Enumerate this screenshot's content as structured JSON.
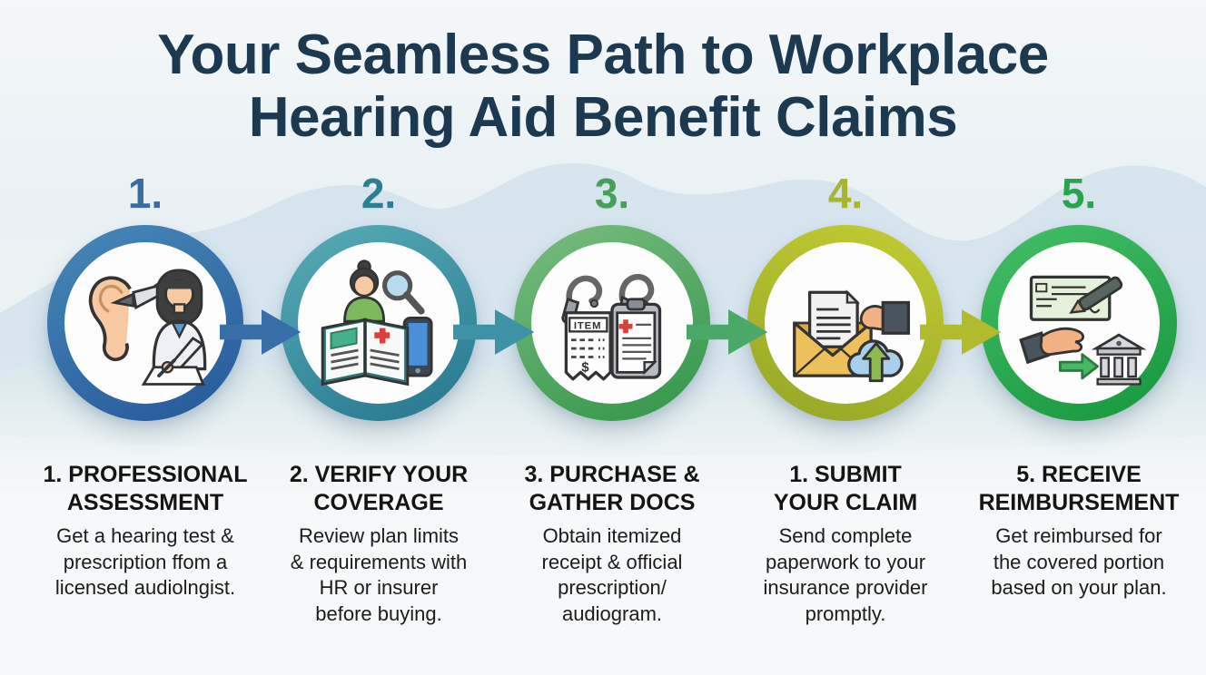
{
  "title": {
    "line1": "Your Seamless Path to Workplace",
    "line2": "Hearing Aid Benefit Claims"
  },
  "colors": {
    "title_text": "#1b3a52",
    "background": "#eef3f6",
    "wave_blue": "#c3d7e8",
    "wave_teal": "#d6e9e7",
    "body_text": "#1c1c1c"
  },
  "steps": [
    {
      "number": "1.",
      "accent": "#3a6ca4",
      "ring_gradient": [
        "#4689b8",
        "#2a5f9e"
      ],
      "icon": "ear-otoscope-audiologist-icon",
      "heading_lines": [
        "1. PROFESSIONAL",
        "ASSESSMENT"
      ],
      "desc_lines": [
        "Get a hearing test &",
        "prescription ffom a",
        "licensed audiolngist."
      ]
    },
    {
      "number": "2.",
      "accent": "#2e7e93",
      "ring_gradient": [
        "#58adb6",
        "#2d7e95"
      ],
      "icon": "coverage-book-magnifier-icon",
      "heading_lines": [
        "2. VERIFY YOUR",
        "COVERAGE"
      ],
      "desc_lines": [
        "Review plan limits",
        "& requirements with",
        "HR or insurer",
        "before buying."
      ]
    },
    {
      "number": "3.",
      "accent": "#47a058",
      "ring_gradient": [
        "#79bd80",
        "#3c9b50"
      ],
      "icon": "hearing-aids-receipt-clipboard-icon",
      "icon_text": {
        "receipt_header": "ITEM",
        "currency": "$"
      },
      "heading_lines": [
        "3. PURCHASE &",
        "GATHER DOCS"
      ],
      "desc_lines": [
        "Obtain itemized",
        "receipt & official",
        "prescription/",
        "audiogram."
      ]
    },
    {
      "number": "4.",
      "accent": "#a7b62e",
      "ring_gradient": [
        "#c3cc33",
        "#99aa27"
      ],
      "icon": "envelope-cloud-upload-icon",
      "heading_lines": [
        "1. SUBMIT",
        "YOUR CLAIM"
      ],
      "desc_lines": [
        "Send complete",
        "paperwork to your",
        "insurance provider",
        "promptly."
      ]
    },
    {
      "number": "5.",
      "accent": "#28a44c",
      "ring_gradient": [
        "#43bf68",
        "#1d9c43"
      ],
      "icon": "check-pen-hand-bank-icon",
      "heading_lines": [
        "5. RECEIVE",
        "REIMBURSEMENT"
      ],
      "desc_lines": [
        "Get reimbursed for",
        "the covered portion",
        "based on your plan."
      ]
    }
  ],
  "arrows": [
    {
      "color": "#386fa9"
    },
    {
      "color": "#3d92a5"
    },
    {
      "color": "#4aa968"
    },
    {
      "color": "#b2bb2e"
    }
  ]
}
